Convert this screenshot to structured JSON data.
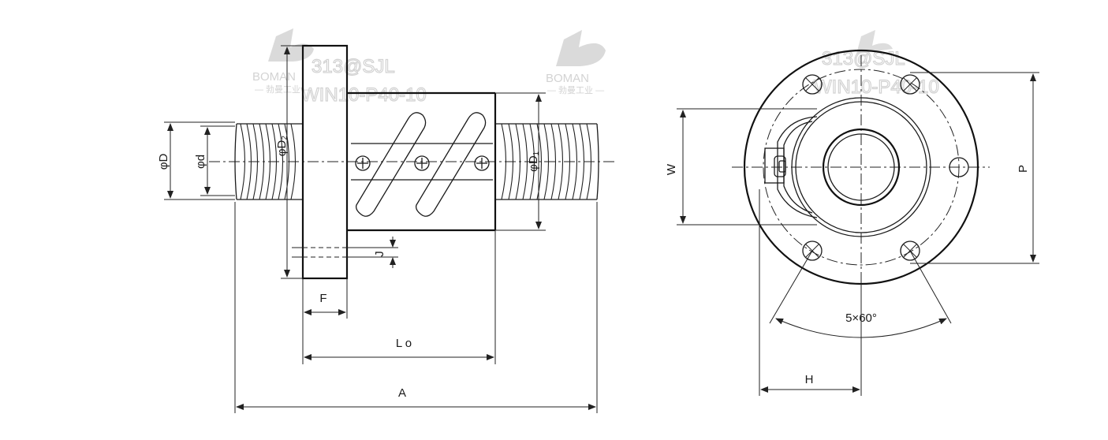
{
  "labels": {
    "phiD": "φD",
    "phid": "φd",
    "phiD2": "φD₂",
    "phiD1": "φD₁",
    "J": "J",
    "F": "F",
    "Lo": "L o",
    "A": "A",
    "W": "W",
    "P": "P",
    "H": "H",
    "angle": "5×60°"
  },
  "watermarks": [
    {
      "brand": "BOMAN",
      "sub": "— 勃曼工业 —"
    },
    {
      "brand": "BOMAN",
      "sub": "— 勃曼工业 —"
    }
  ],
  "overlay_codes": [
    {
      "line1": "313@SJL",
      "line2": "WIN10-P40-10"
    },
    {
      "line1": "313@SJL",
      "line2": "WIN10-P40-10"
    }
  ]
}
